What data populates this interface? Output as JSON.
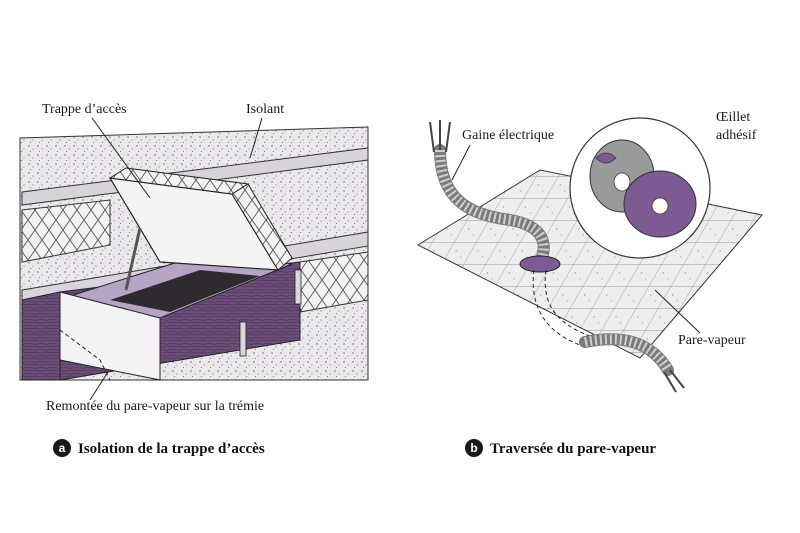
{
  "panel_a": {
    "badge": "a",
    "caption": "Isolation de la trappe d’accès",
    "labels": {
      "hatch": "Trappe d’accès",
      "insulation": "Isolant",
      "membrane_return": "Remontée du pare-vapeur sur la trémie"
    }
  },
  "panel_b": {
    "badge": "b",
    "caption": "Traversée du pare-vapeur",
    "labels": {
      "conduit": "Gaine électrique",
      "grommet_line1": "Œillet",
      "grommet_line2": "adhésif",
      "vapor_barrier": "Pare-vapeur"
    }
  },
  "colors": {
    "purple": "#7c5a93",
    "purple_light": "#b7a3c6",
    "wood": "#6b4f7a",
    "grey": "#9a9a9a",
    "speckle": "#e6e6e6"
  }
}
